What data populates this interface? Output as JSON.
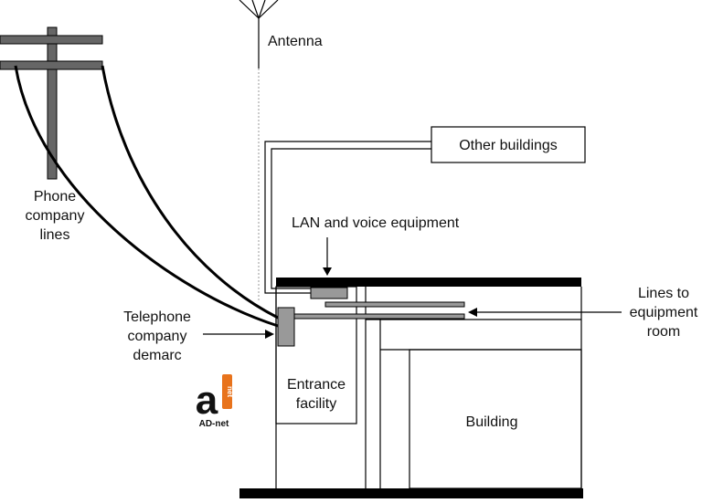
{
  "labels": {
    "antenna": "Antenna",
    "other_buildings": "Other buildings",
    "phone_lines_1": "Phone",
    "phone_lines_2": "company",
    "phone_lines_3": "lines",
    "lan_voice": "LAN and voice equipment",
    "lines_to_1": "Lines to",
    "lines_to_2": "equipment",
    "lines_to_3": "room",
    "demarc_1": "Telephone",
    "demarc_2": "company",
    "demarc_3": "demarc",
    "entrance_1": "Entrance",
    "entrance_2": "facility",
    "building": "Building"
  },
  "logo": {
    "letter": "a",
    "badge": "net",
    "caption": "AD-net"
  },
  "colors": {
    "ink": "#000000",
    "gray_fill": "#999999",
    "pole": "#666666",
    "logo_accent": "#e8731c"
  }
}
